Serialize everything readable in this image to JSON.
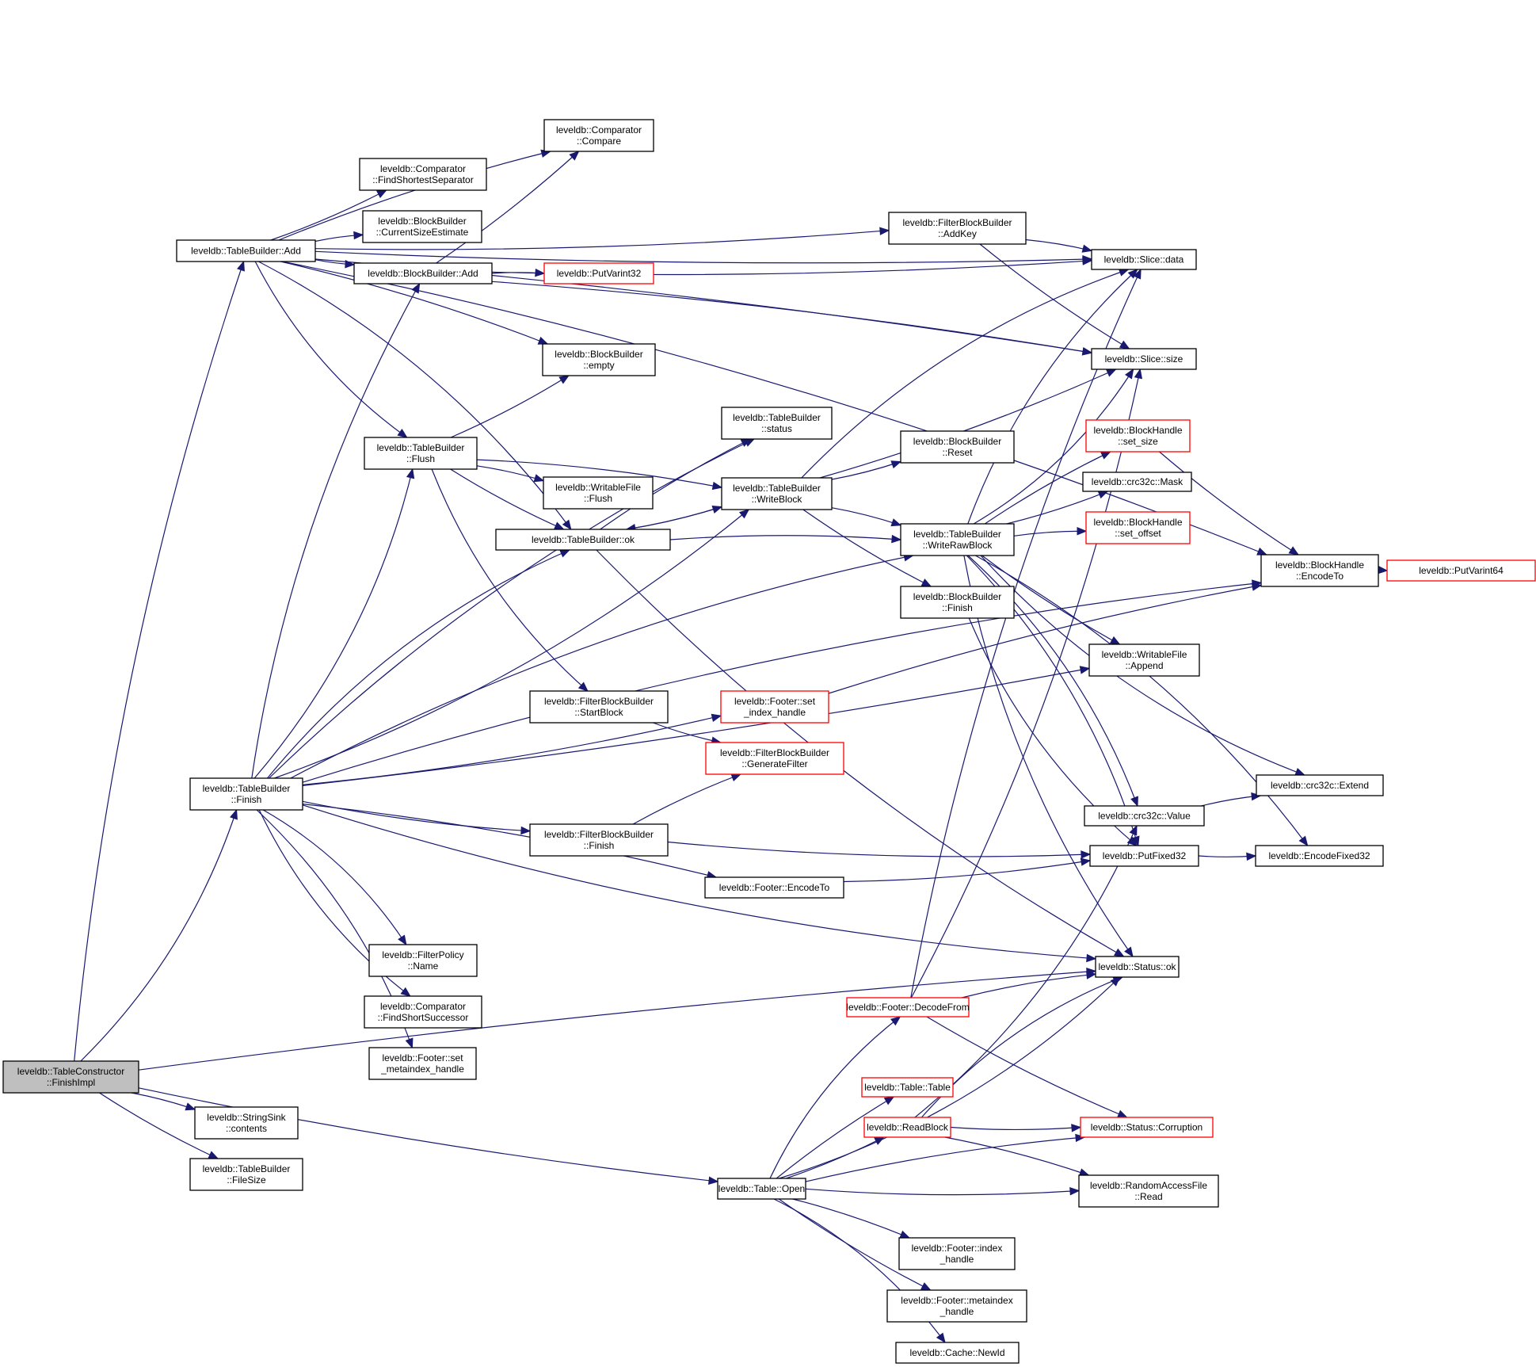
{
  "graph": {
    "title": "Call graph for leveldb::TableConstructor::FinishImpl",
    "colors": {
      "edge": "#191970",
      "root_fill": "#bfbfbf",
      "normal_border": "#000000",
      "truncated_border": "#ff0000"
    },
    "nodes": [
      {
        "id": "finishimpl",
        "lines": [
          "leveldb::TableConstructor",
          "::FinishImpl"
        ],
        "style": "root"
      },
      {
        "id": "tb_add",
        "lines": [
          "leveldb::TableBuilder::Add"
        ],
        "style": "normal"
      },
      {
        "id": "tb_finish",
        "lines": [
          "leveldb::TableBuilder",
          "::Finish"
        ],
        "style": "normal"
      },
      {
        "id": "stringsink_contents",
        "lines": [
          "leveldb::StringSink",
          "::contents"
        ],
        "style": "normal"
      },
      {
        "id": "tb_filesize",
        "lines": [
          "leveldb::TableBuilder",
          "::FileSize"
        ],
        "style": "normal"
      },
      {
        "id": "cmp_compare",
        "lines": [
          "leveldb::Comparator",
          "::Compare"
        ],
        "style": "normal"
      },
      {
        "id": "cmp_findshortestseparator",
        "lines": [
          "leveldb::Comparator",
          "::FindShortestSeparator"
        ],
        "style": "normal"
      },
      {
        "id": "bb_currentsizeestimate",
        "lines": [
          "leveldb::BlockBuilder",
          "::CurrentSizeEstimate"
        ],
        "style": "normal"
      },
      {
        "id": "bb_add",
        "lines": [
          "leveldb::BlockBuilder::Add"
        ],
        "style": "normal"
      },
      {
        "id": "putvarint32",
        "lines": [
          "leveldb::PutVarint32"
        ],
        "style": "red"
      },
      {
        "id": "bb_empty",
        "lines": [
          "leveldb::BlockBuilder",
          "::empty"
        ],
        "style": "normal"
      },
      {
        "id": "tb_flush",
        "lines": [
          "leveldb::TableBuilder",
          "::Flush"
        ],
        "style": "normal"
      },
      {
        "id": "wf_flush",
        "lines": [
          "leveldb::WritableFile",
          "::Flush"
        ],
        "style": "normal"
      },
      {
        "id": "tb_ok",
        "lines": [
          "leveldb::TableBuilder::ok"
        ],
        "style": "normal"
      },
      {
        "id": "tb_status",
        "lines": [
          "leveldb::TableBuilder",
          "::status"
        ],
        "style": "normal"
      },
      {
        "id": "tb_writeblock",
        "lines": [
          "leveldb::TableBuilder",
          "::WriteBlock"
        ],
        "style": "normal"
      },
      {
        "id": "fbb_addkey",
        "lines": [
          "leveldb::FilterBlockBuilder",
          "::AddKey"
        ],
        "style": "normal"
      },
      {
        "id": "slice_data",
        "lines": [
          "leveldb::Slice::data"
        ],
        "style": "normal"
      },
      {
        "id": "slice_size",
        "lines": [
          "leveldb::Slice::size"
        ],
        "style": "normal"
      },
      {
        "id": "bb_reset",
        "lines": [
          "leveldb::BlockBuilder",
          "::Reset"
        ],
        "style": "normal"
      },
      {
        "id": "tb_writerawblock",
        "lines": [
          "leveldb::TableBuilder",
          "::WriteRawBlock"
        ],
        "style": "normal"
      },
      {
        "id": "bb_finish",
        "lines": [
          "leveldb::BlockBuilder",
          "::Finish"
        ],
        "style": "normal"
      },
      {
        "id": "bh_set_size",
        "lines": [
          "leveldb::BlockHandle",
          "::set_size"
        ],
        "style": "red"
      },
      {
        "id": "crc_mask",
        "lines": [
          "leveldb::crc32c::Mask"
        ],
        "style": "normal"
      },
      {
        "id": "bh_set_offset",
        "lines": [
          "leveldb::BlockHandle",
          "::set_offset"
        ],
        "style": "red"
      },
      {
        "id": "bh_encodeto",
        "lines": [
          "leveldb::BlockHandle",
          "::EncodeTo"
        ],
        "style": "normal"
      },
      {
        "id": "putvarint64",
        "lines": [
          "leveldb::PutVarint64"
        ],
        "style": "red"
      },
      {
        "id": "wf_append",
        "lines": [
          "leveldb::WritableFile",
          "::Append"
        ],
        "style": "normal"
      },
      {
        "id": "fbb_startblock",
        "lines": [
          "leveldb::FilterBlockBuilder",
          "::StartBlock"
        ],
        "style": "normal"
      },
      {
        "id": "footer_set_index_handle",
        "lines": [
          "leveldb::Footer::set",
          "_index_handle"
        ],
        "style": "red"
      },
      {
        "id": "fbb_generatefilter",
        "lines": [
          "leveldb::FilterBlockBuilder",
          "::GenerateFilter"
        ],
        "style": "red"
      },
      {
        "id": "crc_extend",
        "lines": [
          "leveldb::crc32c::Extend"
        ],
        "style": "normal"
      },
      {
        "id": "crc_value",
        "lines": [
          "leveldb::crc32c::Value"
        ],
        "style": "normal"
      },
      {
        "id": "fbb_finish",
        "lines": [
          "leveldb::FilterBlockBuilder",
          "::Finish"
        ],
        "style": "normal"
      },
      {
        "id": "putfixed32",
        "lines": [
          "leveldb::PutFixed32"
        ],
        "style": "normal"
      },
      {
        "id": "encodefixed32",
        "lines": [
          "leveldb::EncodeFixed32"
        ],
        "style": "normal"
      },
      {
        "id": "footer_encodeto",
        "lines": [
          "leveldb::Footer::EncodeTo"
        ],
        "style": "normal"
      },
      {
        "id": "filterpolicy_name",
        "lines": [
          "leveldb::FilterPolicy",
          "::Name"
        ],
        "style": "normal"
      },
      {
        "id": "status_ok",
        "lines": [
          "leveldb::Status::ok"
        ],
        "style": "normal"
      },
      {
        "id": "footer_decodefrom",
        "lines": [
          "leveldb::Footer::DecodeFrom"
        ],
        "style": "red"
      },
      {
        "id": "cmp_findshortsuccessor",
        "lines": [
          "leveldb::Comparator",
          "::FindShortSuccessor"
        ],
        "style": "normal"
      },
      {
        "id": "footer_set_metaindex_handle",
        "lines": [
          "leveldb::Footer::set",
          "_metaindex_handle"
        ],
        "style": "normal"
      },
      {
        "id": "table_table",
        "lines": [
          "leveldb::Table::Table"
        ],
        "style": "red"
      },
      {
        "id": "readblock",
        "lines": [
          "leveldb::ReadBlock"
        ],
        "style": "red"
      },
      {
        "id": "status_corruption",
        "lines": [
          "leveldb::Status::Corruption"
        ],
        "style": "red"
      },
      {
        "id": "raf_read",
        "lines": [
          "leveldb::RandomAccessFile",
          "::Read"
        ],
        "style": "normal"
      },
      {
        "id": "table_open",
        "lines": [
          "leveldb::Table::Open"
        ],
        "style": "normal"
      },
      {
        "id": "footer_index_handle",
        "lines": [
          "leveldb::Footer::index",
          "_handle"
        ],
        "style": "normal"
      },
      {
        "id": "footer_metaindex_handle",
        "lines": [
          "leveldb::Footer::metaindex",
          "_handle"
        ],
        "style": "normal"
      },
      {
        "id": "cache_newid",
        "lines": [
          "leveldb::Cache::NewId"
        ],
        "style": "normal"
      }
    ],
    "edges": [
      [
        "finishimpl",
        "tb_add"
      ],
      [
        "finishimpl",
        "tb_finish"
      ],
      [
        "finishimpl",
        "stringsink_contents"
      ],
      [
        "finishimpl",
        "tb_filesize"
      ],
      [
        "finishimpl",
        "status_ok"
      ],
      [
        "finishimpl",
        "table_open"
      ],
      [
        "tb_add",
        "cmp_compare"
      ],
      [
        "tb_add",
        "cmp_findshortestseparator"
      ],
      [
        "tb_add",
        "bb_currentsizeestimate"
      ],
      [
        "tb_add",
        "bb_add"
      ],
      [
        "tb_add",
        "bb_empty"
      ],
      [
        "tb_add",
        "tb_flush"
      ],
      [
        "tb_add",
        "tb_ok"
      ],
      [
        "tb_add",
        "slice_data"
      ],
      [
        "tb_add",
        "slice_size"
      ],
      [
        "tb_add",
        "fbb_addkey"
      ],
      [
        "tb_add",
        "bh_encodeto"
      ],
      [
        "bb_add",
        "cmp_compare"
      ],
      [
        "bb_add",
        "putvarint32"
      ],
      [
        "bb_add",
        "slice_data"
      ],
      [
        "bb_add",
        "slice_size"
      ],
      [
        "tb_flush",
        "bb_empty"
      ],
      [
        "tb_flush",
        "wf_flush"
      ],
      [
        "tb_flush",
        "tb_ok"
      ],
      [
        "tb_flush",
        "tb_writeblock"
      ],
      [
        "tb_flush",
        "fbb_startblock"
      ],
      [
        "tb_ok",
        "tb_status"
      ],
      [
        "tb_ok",
        "tb_writeblock"
      ],
      [
        "tb_ok",
        "tb_writerawblock"
      ],
      [
        "tb_ok",
        "status_ok"
      ],
      [
        "tb_writeblock",
        "tb_ok"
      ],
      [
        "tb_writeblock",
        "bb_reset"
      ],
      [
        "tb_writeblock",
        "tb_writerawblock"
      ],
      [
        "tb_writeblock",
        "bb_finish"
      ],
      [
        "tb_writeblock",
        "slice_data"
      ],
      [
        "tb_writeblock",
        "slice_size"
      ],
      [
        "fbb_addkey",
        "slice_data"
      ],
      [
        "fbb_addkey",
        "slice_size"
      ],
      [
        "tb_writerawblock",
        "slice_data"
      ],
      [
        "tb_writerawblock",
        "slice_size"
      ],
      [
        "tb_writerawblock",
        "bh_set_size"
      ],
      [
        "tb_writerawblock",
        "crc_mask"
      ],
      [
        "tb_writerawblock",
        "bh_set_offset"
      ],
      [
        "tb_writerawblock",
        "wf_append"
      ],
      [
        "tb_writerawblock",
        "crc_value"
      ],
      [
        "tb_writerawblock",
        "crc_extend"
      ],
      [
        "tb_writerawblock",
        "encodefixed32"
      ],
      [
        "tb_writerawblock",
        "status_ok"
      ],
      [
        "tb_writerawblock",
        "putfixed32"
      ],
      [
        "bh_set_size",
        "bh_encodeto"
      ],
      [
        "bh_encodeto",
        "putvarint64"
      ],
      [
        "bb_finish",
        "putfixed32"
      ],
      [
        "tb_finish",
        "bb_add"
      ],
      [
        "tb_finish",
        "tb_flush"
      ],
      [
        "tb_finish",
        "tb_ok"
      ],
      [
        "tb_finish",
        "tb_writeblock"
      ],
      [
        "tb_finish",
        "tb_writerawblock"
      ],
      [
        "tb_finish",
        "wf_append"
      ],
      [
        "tb_finish",
        "tb_status"
      ],
      [
        "tb_finish",
        "footer_set_index_handle"
      ],
      [
        "tb_finish",
        "bh_encodeto"
      ],
      [
        "tb_finish",
        "fbb_finish"
      ],
      [
        "tb_finish",
        "footer_encodeto"
      ],
      [
        "tb_finish",
        "status_ok"
      ],
      [
        "tb_finish",
        "filterpolicy_name"
      ],
      [
        "tb_finish",
        "cmp_findshortsuccessor"
      ],
      [
        "tb_finish",
        "footer_set_metaindex_handle"
      ],
      [
        "fbb_startblock",
        "fbb_generatefilter"
      ],
      [
        "fbb_finish",
        "fbb_generatefilter"
      ],
      [
        "fbb_finish",
        "putfixed32"
      ],
      [
        "footer_set_index_handle",
        "bh_encodeto"
      ],
      [
        "footer_encodeto",
        "putfixed32"
      ],
      [
        "crc_value",
        "crc_extend"
      ],
      [
        "putfixed32",
        "encodefixed32"
      ],
      [
        "footer_decodefrom",
        "status_ok"
      ],
      [
        "footer_decodefrom",
        "status_corruption"
      ],
      [
        "footer_decodefrom",
        "slice_data"
      ],
      [
        "footer_decodefrom",
        "slice_size"
      ],
      [
        "readblock",
        "status_ok"
      ],
      [
        "readblock",
        "status_corruption"
      ],
      [
        "readblock",
        "raf_read"
      ],
      [
        "readblock",
        "crc_value"
      ],
      [
        "table_open",
        "footer_decodefrom"
      ],
      [
        "table_open",
        "status_ok"
      ],
      [
        "table_open",
        "table_table"
      ],
      [
        "table_open",
        "readblock"
      ],
      [
        "table_open",
        "status_corruption"
      ],
      [
        "table_open",
        "raf_read"
      ],
      [
        "table_open",
        "footer_index_handle"
      ],
      [
        "table_open",
        "footer_metaindex_handle"
      ],
      [
        "table_open",
        "cache_newid"
      ]
    ]
  }
}
